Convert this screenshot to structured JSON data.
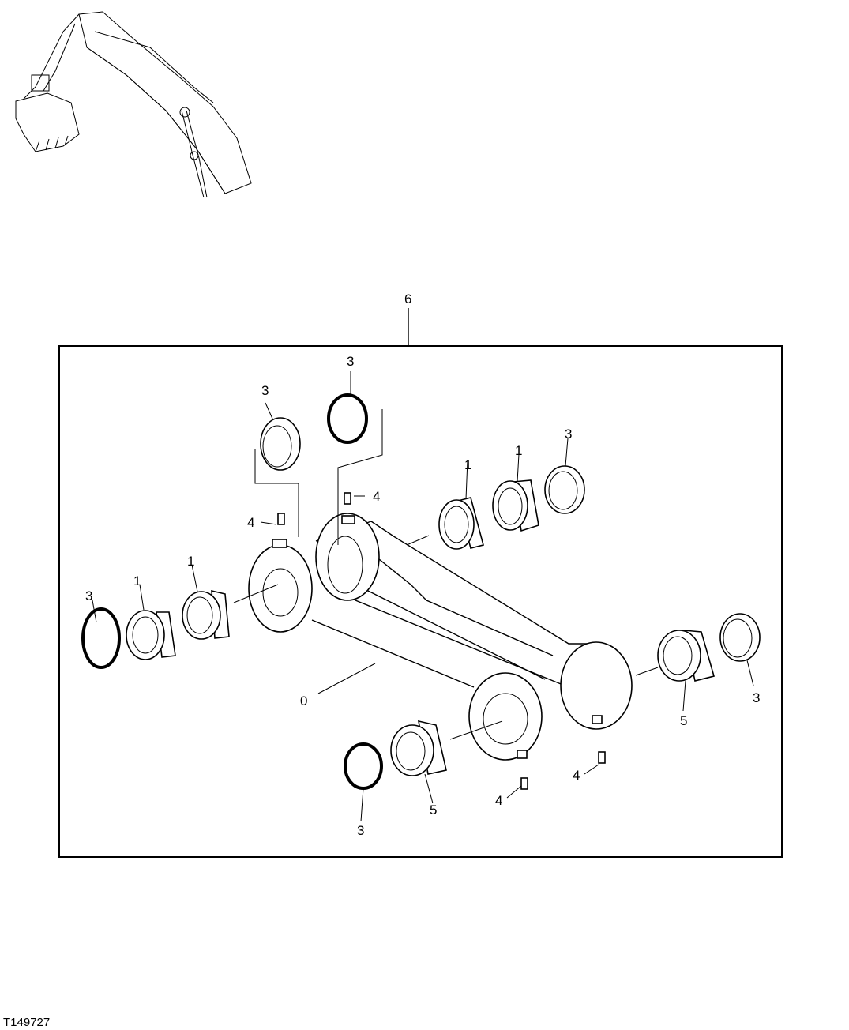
{
  "figure_id": "T149727",
  "callouts": {
    "c6": "6",
    "c3a": "3",
    "c3b": "3",
    "c3c": "3",
    "c3d": "3",
    "c3e": "3",
    "c3f": "3",
    "c4a": "4",
    "c4b": "4",
    "c4c": "4",
    "c4d": "4",
    "c1a": "1",
    "c1b": "1",
    "c1c": "1",
    "c1d": "1",
    "c0": "0",
    "c5a": "5",
    "c5b": "5"
  }
}
